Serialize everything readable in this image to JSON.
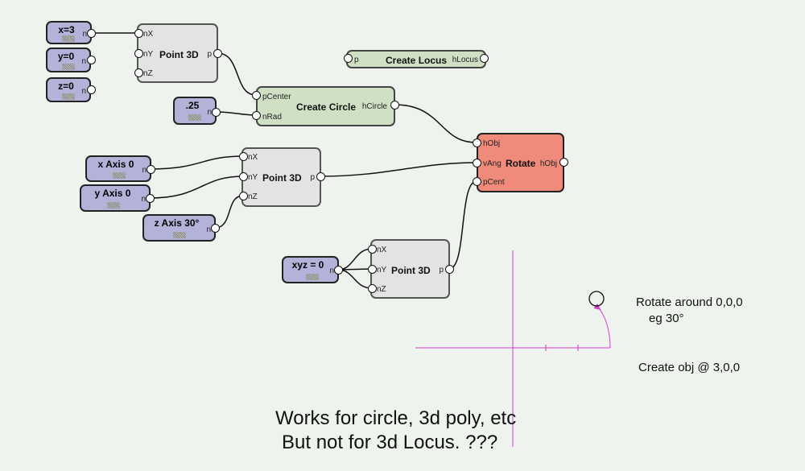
{
  "values": [
    {
      "label": "x=3",
      "port": "n"
    },
    {
      "label": "y=0",
      "port": "n"
    },
    {
      "label": "z=0",
      "port": "n"
    },
    {
      "label": ".25",
      "port": "n"
    },
    {
      "label": "x Axis 0",
      "port": "n"
    },
    {
      "label": "y Axis 0",
      "port": "n"
    },
    {
      "label": "z Axis 30°",
      "port": "n"
    },
    {
      "label": "xyz = 0",
      "port": "n"
    }
  ],
  "point3d": {
    "title": "Point 3D",
    "inputs": [
      "nX",
      "nY",
      "nZ"
    ],
    "output": "p"
  },
  "create_circle": {
    "title": "Create Circle",
    "inputs": [
      "pCenter",
      "nRad"
    ],
    "output": "hCircle"
  },
  "create_locus": {
    "title": "Create Locus",
    "input": "p",
    "output": "hLocus"
  },
  "rotate": {
    "title": "Rotate",
    "inputs": [
      "hObj",
      "vAng",
      "pCent"
    ],
    "output": "hObj"
  },
  "notes": {
    "rotate_line1": "Rotate around 0,0,0",
    "rotate_line2": "eg 30°",
    "create": "Create obj @ 3,0,0",
    "big_line1": "Works for  circle, 3d poly, etc",
    "big_line2": "But not for 3d Locus. ???"
  },
  "colors": {
    "value_node": "#b3b3d9",
    "point_node": "#e3e3e1",
    "create_node": "#cfe0c4",
    "rotate_node": "#f08a7a",
    "axis": "#d040d0"
  }
}
